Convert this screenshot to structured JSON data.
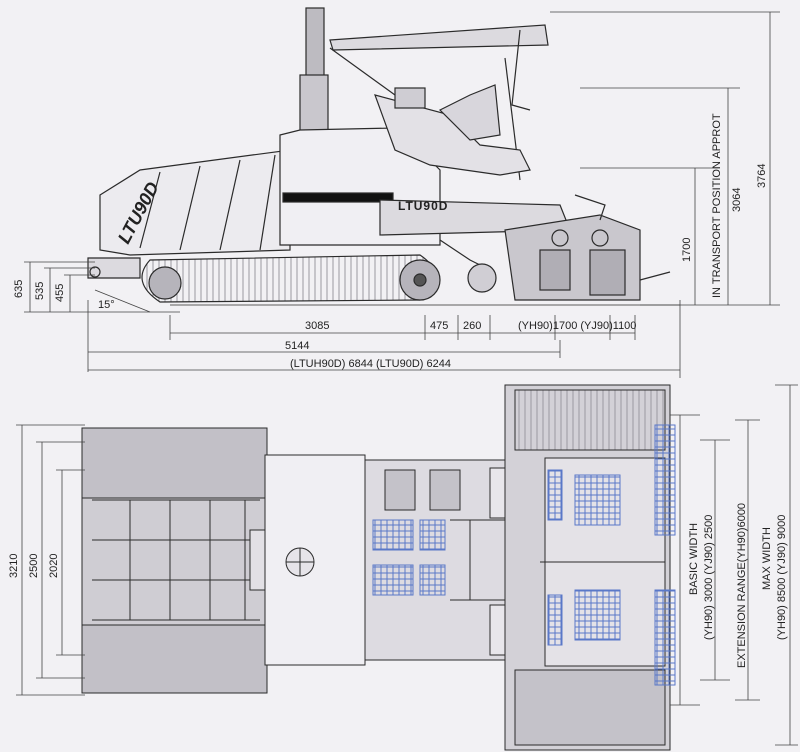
{
  "side_view": {
    "hopper_label": "LTU90D",
    "body_label": "LTU90D",
    "dims_height": {
      "d635": "635",
      "d535": "535",
      "d455": "455",
      "angle": "15°",
      "d1700": "1700",
      "d3064": "3064",
      "transport_note": "IN TRANSPORT POSITION APPROT",
      "d3764": "3764"
    },
    "dims_length": {
      "d3085": "3085",
      "d475": "475",
      "d260": "260",
      "screed_ext": "(YH90)1700 (YJ90)1100",
      "d5144": "5144",
      "overall": "(LTUH90D) 6844  (LTU90D) 6244"
    }
  },
  "top_view": {
    "dims_left": {
      "d3210": "3210",
      "d2500": "2500",
      "d2020": "2020"
    },
    "dims_right": {
      "basic_title": "BASIC WIDTH",
      "basic_vals": "(YH90) 3000  (YJ90) 2500",
      "ext_title": "EXTENSION RANGE(YH90)6000",
      "max_title": "MAX WIDTH",
      "max_vals": "(YH90) 8500  (YJ90) 9000"
    }
  },
  "colors": {
    "line": "#2b2b2b",
    "panel": "#cfcdd3",
    "panel_dark": "#b6b4bb",
    "hatch_blue": "#5a78c8",
    "background": "#f2f1f4"
  }
}
